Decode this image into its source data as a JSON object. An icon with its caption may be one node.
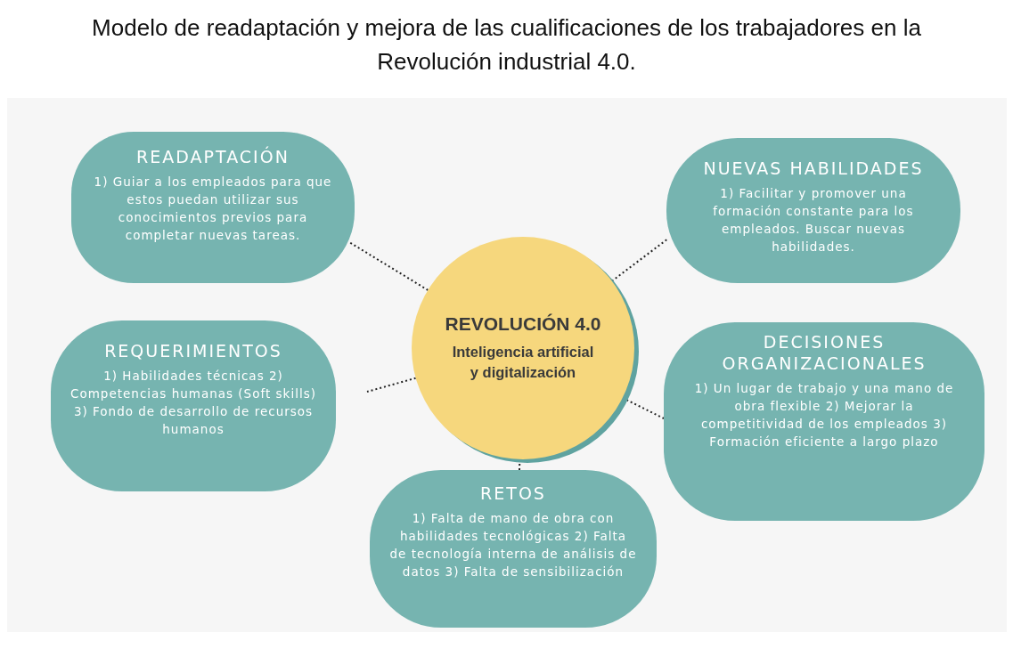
{
  "diagram": {
    "title": "Modelo de readaptación y mejora de las cualificaciones de los trabajadores en la Revolución industrial 4.0.",
    "nodes": [
      {
        "text": [
          "REVOLUCIÓN 4.0",
          "Inteligencia artificial y digitalización"
        ]
      },
      {
        "text": [
          "READAPTACIÓN",
          "1) Guiar a los empleados para que estos puedan utilizar sus conocimientos previos para completar nuevas tareas."
        ]
      },
      {
        "text": [
          "NUEVAS HABILIDADES",
          "1) Facilitar y promover una formación constante para los empleados. Buscar nuevas habilidades."
        ]
      },
      {
        "text": [
          "REQUERIMIENTOS",
          "1) Habilidades técnicas 2) Competencias humanas (Soft skills) 3) Fondo de desarrollo de recursos humanos"
        ]
      },
      {
        "text": [
          "DECISIONES ORGANIZACIONALES",
          "1) Un lugar de trabajo y una mano de obra flexible 2) Mejorar la competitividad de los empleados 3) Formación eficiente a largo plazo"
        ]
      },
      {
        "text": [
          "RETOS",
          "1) Falta de mano de obra con habilidades tecnológicas 2) Falta de tecnología interna de análisis de datos 3) Falta de sensibilización"
        ]
      }
    ],
    "edges": [
      {
        "from": 0,
        "to": 1,
        "arrow": "none",
        "style": "dashed"
      },
      {
        "from": 0,
        "to": 2,
        "arrow": "none",
        "style": "dashed"
      },
      {
        "from": 0,
        "to": 3,
        "arrow": "none",
        "style": "dashed"
      },
      {
        "from": 0,
        "to": 4,
        "arrow": "none",
        "style": "dashed"
      },
      {
        "from": 0,
        "to": 5,
        "arrow": "none",
        "style": "dashed"
      }
    ]
  }
}
